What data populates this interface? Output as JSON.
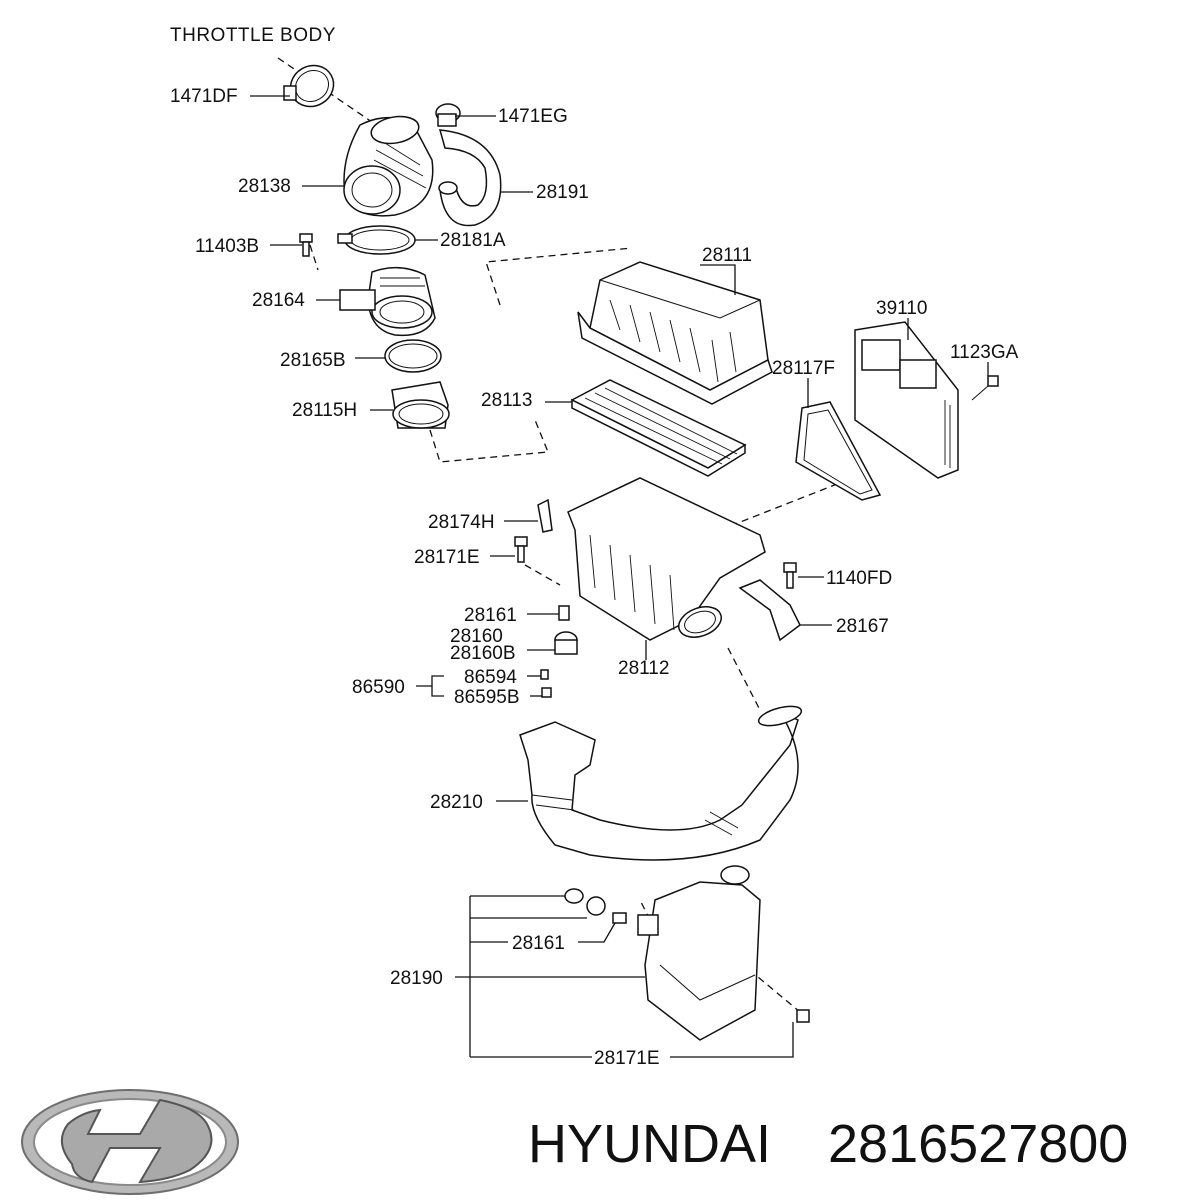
{
  "diagram": {
    "title": "THROTTLE BODY",
    "labels": {
      "l_1471DF": "1471DF",
      "l_1471EG": "1471EG",
      "l_28138": "28138",
      "l_28191": "28191",
      "l_11403B": "11403B",
      "l_28181A": "28181A",
      "l_28111": "28111",
      "l_28164": "28164",
      "l_39110": "39110",
      "l_1123GA": "1123GA",
      "l_28165B": "28165B",
      "l_28117F": "28117F",
      "l_28113": "28113",
      "l_28115H": "28115H",
      "l_28174H": "28174H",
      "l_28171E_a": "28171E",
      "l_1140FD": "1140FD",
      "l_28161_a": "28161",
      "l_28167": "28167",
      "l_28160": "28160",
      "l_28160B": "28160B",
      "l_28112": "28112",
      "l_86594": "86594",
      "l_86590": "86590",
      "l_86595B": "86595B",
      "l_28210": "28210",
      "l_28161_b": "28161",
      "l_28190": "28190",
      "l_28171E_b": "28171E"
    }
  },
  "footer": {
    "logo": "hyundai-logo",
    "brand": "HYUNDAI",
    "part_number": "2816527800"
  }
}
